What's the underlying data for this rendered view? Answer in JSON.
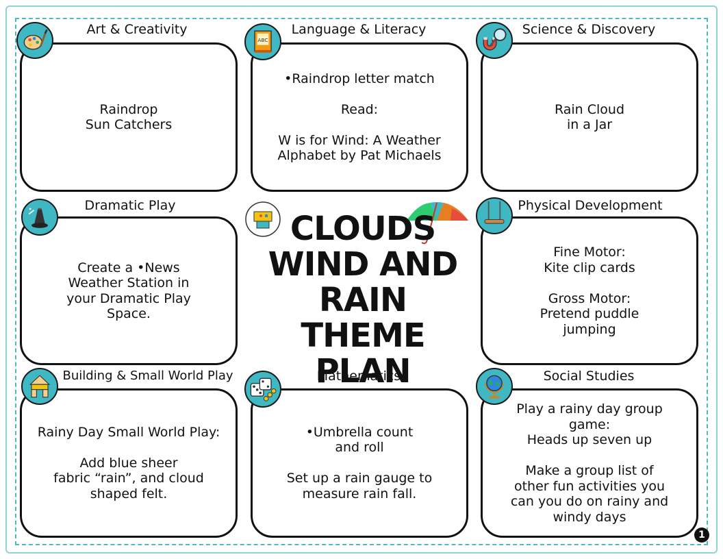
{
  "header_title": [
    "CLOUDS",
    "WIND AND",
    "RAIN",
    "THEME PLAN"
  ],
  "page_number": "1",
  "sections": [
    {
      "title": "Art & Creativity",
      "icon": "palette-icon",
      "content": "Raindrop\nSun Catchers"
    },
    {
      "title": "Language & Literacy",
      "icon": "abc-book-icon",
      "content": "•Raindrop letter match\n\nRead:\n\nW is for Wind: A Weather\nAlphabet by Pat Michaels"
    },
    {
      "title": "Science & Discovery",
      "icon": "magnet-magnifier-icon",
      "content": "Rain Cloud\nin a Jar"
    },
    {
      "title": "Dramatic Play",
      "icon": "magic-hat-icon",
      "content": "Create a •News\nWeather Station in\nyour Dramatic Play\nSpace."
    },
    {
      "title": "Physical Development",
      "icon": "swing-icon",
      "content": "Fine Motor:\nKite clip cards\n\nGross Motor:\nPretend puddle\njumping"
    },
    {
      "title": "Building & Small World Play",
      "icon": "blocks-icon",
      "content": "Rainy Day Small World Play:\n\nAdd blue sheer\nfabric “rain”, and cloud\nshaped felt."
    },
    {
      "title": "Mathematics",
      "icon": "dice-icon",
      "content": "•Umbrella count\nand roll\n\nSet up a rain gauge to\nmeasure rain fall."
    },
    {
      "title": "Social Studies",
      "icon": "globe-icon",
      "content": "Play a rainy day group\ngame:\nHeads up seven up\n\nMake a group list of\nother fun activities you\ncan you do on rainy and\nwindy days"
    }
  ],
  "colors": {
    "badge": "#3fb8c4",
    "border_dash": "#4fbac4",
    "border_outer": "#8fd3d9"
  }
}
